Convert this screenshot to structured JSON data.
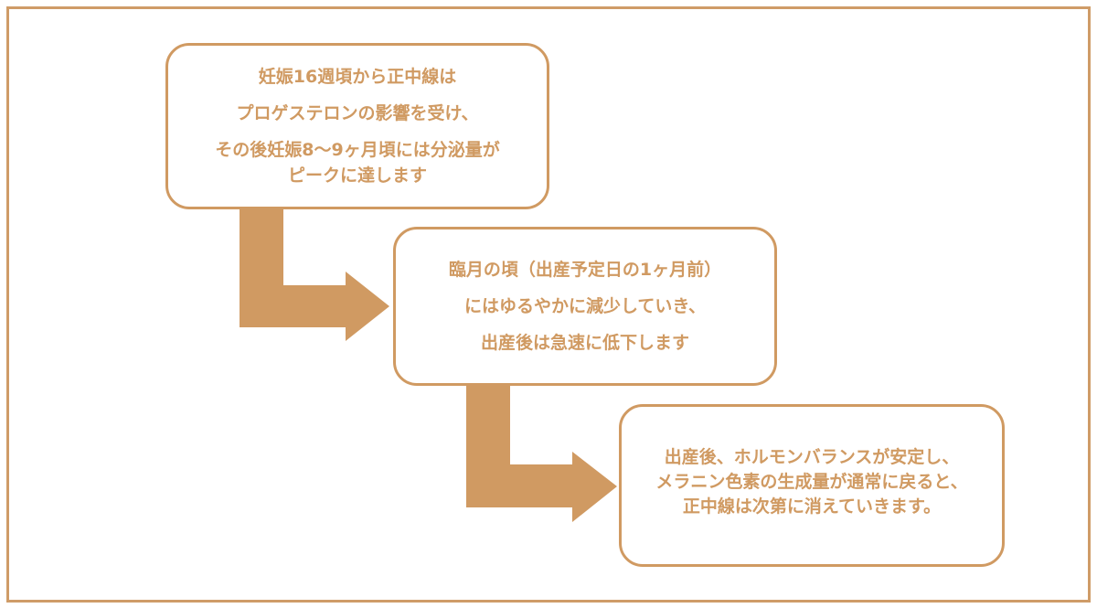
{
  "colors": {
    "accent": "#d09a62",
    "frame": "#cf9c68"
  },
  "steps": [
    {
      "lines": [
        "妊娠16週頃から正中線は",
        "プロゲステロンの影響を受け、",
        "その後妊娠8～9ヶ月頃には分泌量が",
        "ピークに達します"
      ]
    },
    {
      "lines": [
        "臨月の頃（出産予定日の1ヶ月前）",
        "にはゆるやかに減少していき、",
        "出産後は急速に低下します"
      ]
    },
    {
      "lines": [
        "出産後、ホルモンバランスが安定し、",
        "メラニン色素の生成量が通常に戻ると、",
        "正中線は次第に消えていきます。"
      ]
    }
  ]
}
